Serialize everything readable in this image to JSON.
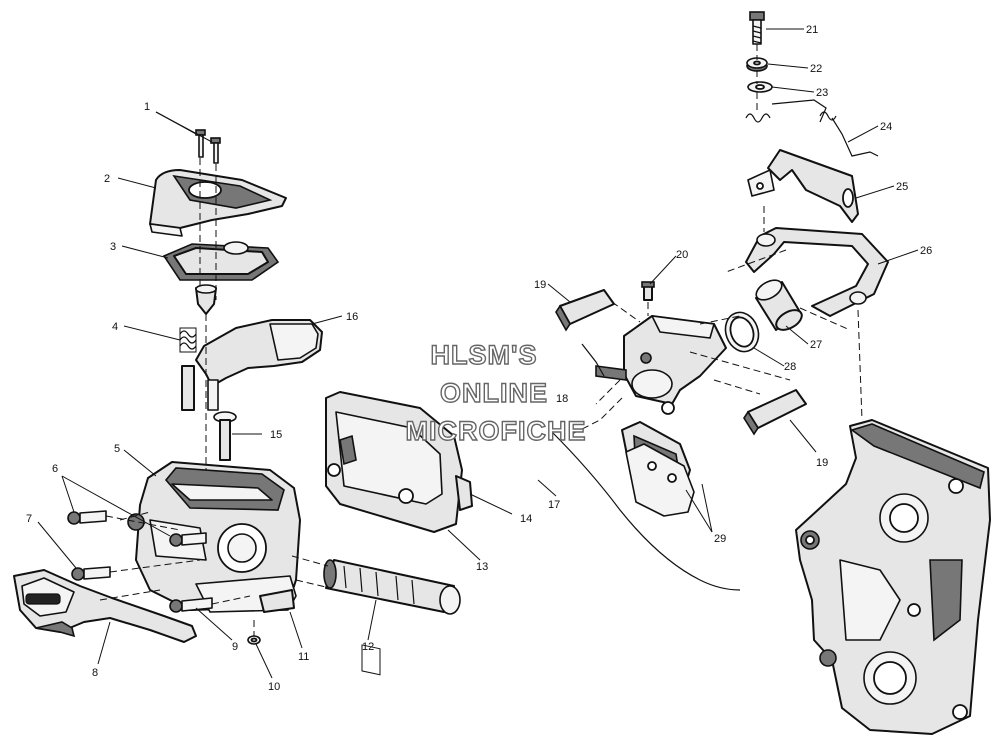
{
  "watermark": {
    "line1": "HLSM'S",
    "line2": "ONLINE",
    "line3": "MICROFICHE"
  },
  "callouts": {
    "c1": "1",
    "c2": "2",
    "c3": "3",
    "c4": "4",
    "c5": "5",
    "c6": "6",
    "c7": "7",
    "c8": "8",
    "c9": "9",
    "c10": "10",
    "c11": "11",
    "c12": "12",
    "c13": "13",
    "c14": "14",
    "c15": "15",
    "c16": "16",
    "c17": "17",
    "c18": "18",
    "c19a": "19",
    "c19b": "19",
    "c20": "20",
    "c21": "21",
    "c22": "22",
    "c23": "23",
    "c24": "24",
    "c25": "25",
    "c26": "26",
    "c27": "27",
    "c28": "28",
    "c29": "29"
  },
  "colors": {
    "line": "#111111",
    "fill": "#e6e6e6",
    "background": "#ffffff",
    "watermark_outline": "#666666"
  }
}
